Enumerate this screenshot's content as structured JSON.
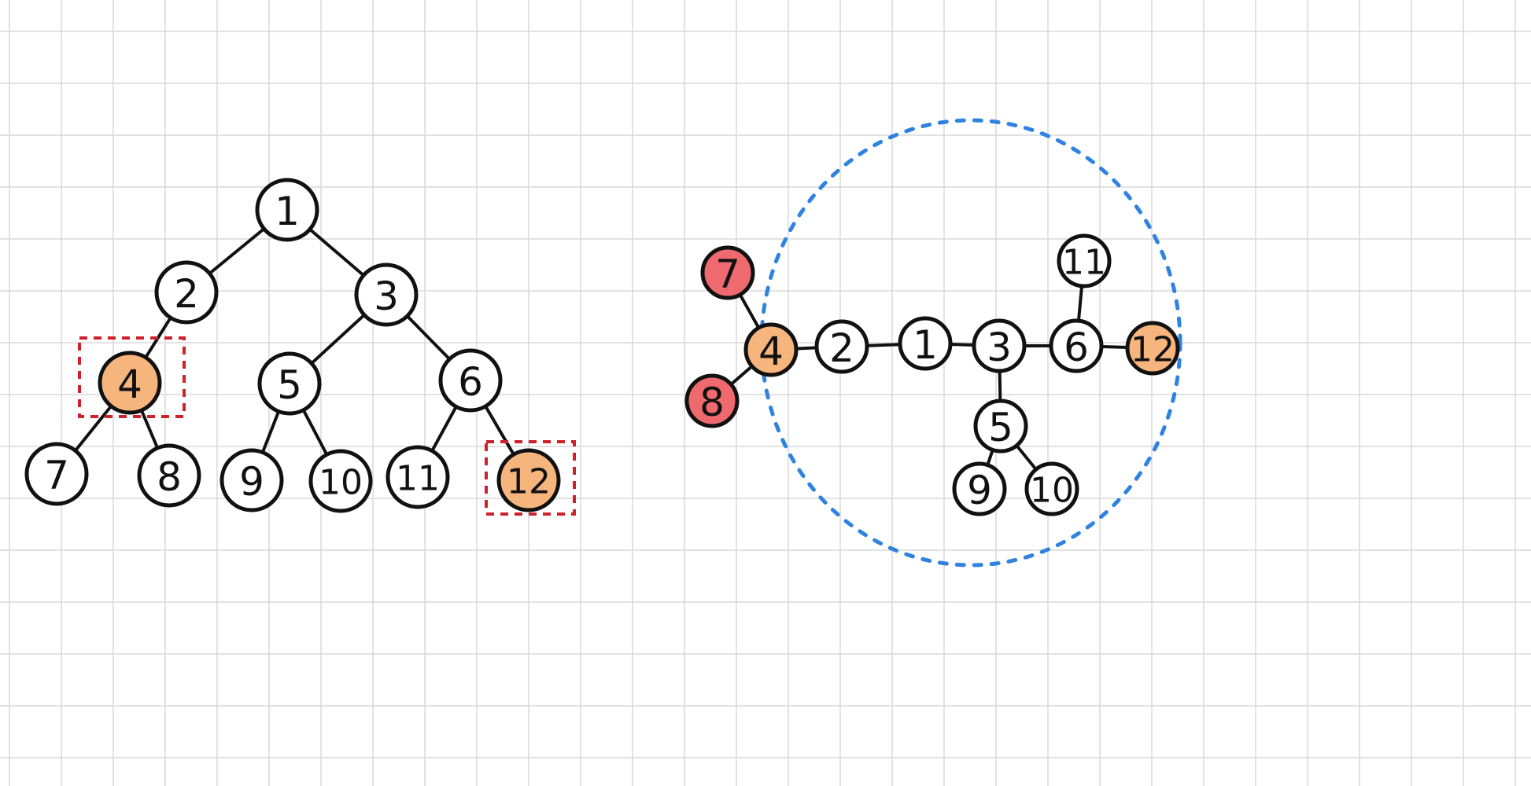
{
  "colors": {
    "background": "#ffffff",
    "grid": "#d9d9d9",
    "ink": "#111111",
    "node_default": "#ffffff",
    "node_highlight": "#f7b57e",
    "node_red": "#ef6a6f",
    "selection_box": "#d0202a",
    "circle_dotted": "#2f82e0"
  },
  "tree": {
    "nodes": [
      {
        "id": "1",
        "label": "1",
        "fill": "default"
      },
      {
        "id": "2",
        "label": "2",
        "fill": "default"
      },
      {
        "id": "3",
        "label": "3",
        "fill": "default"
      },
      {
        "id": "4",
        "label": "4",
        "fill": "highlight",
        "boxed": true
      },
      {
        "id": "5",
        "label": "5",
        "fill": "default"
      },
      {
        "id": "6",
        "label": "6",
        "fill": "default"
      },
      {
        "id": "7",
        "label": "7",
        "fill": "default"
      },
      {
        "id": "8",
        "label": "8",
        "fill": "default"
      },
      {
        "id": "9",
        "label": "9",
        "fill": "default"
      },
      {
        "id": "10",
        "label": "10",
        "fill": "default"
      },
      {
        "id": "11",
        "label": "11",
        "fill": "default"
      },
      {
        "id": "12",
        "label": "12",
        "fill": "highlight",
        "boxed": true
      }
    ],
    "edges": [
      [
        "1",
        "2"
      ],
      [
        "1",
        "3"
      ],
      [
        "2",
        "4"
      ],
      [
        "3",
        "5"
      ],
      [
        "3",
        "6"
      ],
      [
        "4",
        "7"
      ],
      [
        "4",
        "8"
      ],
      [
        "5",
        "9"
      ],
      [
        "5",
        "10"
      ],
      [
        "6",
        "11"
      ],
      [
        "6",
        "12"
      ]
    ]
  },
  "graph": {
    "nodes": [
      {
        "id": "7",
        "label": "7",
        "fill": "red"
      },
      {
        "id": "8",
        "label": "8",
        "fill": "red"
      },
      {
        "id": "4",
        "label": "4",
        "fill": "highlight"
      },
      {
        "id": "2",
        "label": "2",
        "fill": "default"
      },
      {
        "id": "1",
        "label": "1",
        "fill": "default"
      },
      {
        "id": "3",
        "label": "3",
        "fill": "default"
      },
      {
        "id": "6",
        "label": "6",
        "fill": "default"
      },
      {
        "id": "12",
        "label": "12",
        "fill": "highlight"
      },
      {
        "id": "11",
        "label": "11",
        "fill": "default"
      },
      {
        "id": "5",
        "label": "5",
        "fill": "default"
      },
      {
        "id": "9",
        "label": "9",
        "fill": "default"
      },
      {
        "id": "10",
        "label": "10",
        "fill": "default"
      }
    ],
    "edges": [
      [
        "7",
        "4"
      ],
      [
        "8",
        "4"
      ],
      [
        "4",
        "2"
      ],
      [
        "2",
        "1"
      ],
      [
        "1",
        "3"
      ],
      [
        "3",
        "6"
      ],
      [
        "6",
        "12"
      ],
      [
        "6",
        "11"
      ],
      [
        "3",
        "5"
      ],
      [
        "5",
        "9"
      ],
      [
        "5",
        "10"
      ]
    ],
    "dotted_circle": true
  }
}
